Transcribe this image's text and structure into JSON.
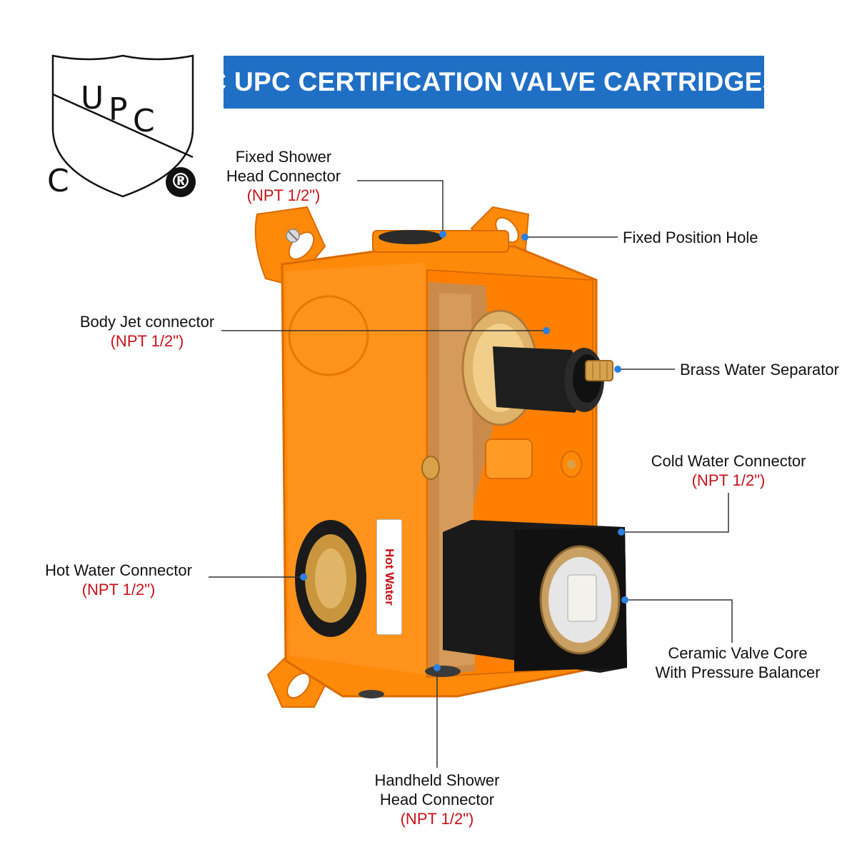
{
  "title": "C UPC CERTIFICATION VALVE CARTRIDGES",
  "logo": {
    "letters": [
      "U",
      "P",
      "C"
    ],
    "prefix": "C",
    "registered": "®"
  },
  "sticker": "Hot Water",
  "labels": {
    "fixed_shower": {
      "line1": "Fixed Shower",
      "line2": "Head Connector",
      "spec": "(NPT 1/2\")"
    },
    "fixed_position": {
      "line1": "Fixed Position Hole"
    },
    "body_jet": {
      "line1": "Body Jet connector",
      "spec": "(NPT 1/2\")"
    },
    "brass_separator": {
      "line1": "Brass Water Separator"
    },
    "cold_water": {
      "line1": "Cold Water Connector",
      "spec": "(NPT 1/2\")"
    },
    "hot_water": {
      "line1": "Hot Water Connector",
      "spec": "(NPT 1/2\")"
    },
    "ceramic_core": {
      "line1": "Ceramic Valve Core",
      "line2": "With Pressure Balancer"
    },
    "handheld_shower": {
      "line1": "Handheld Shower",
      "line2": "Head Connector",
      "spec": "(NPT 1/2\")"
    }
  },
  "colors": {
    "banner": "#1f6fc5",
    "spec_text": "#c4121a",
    "housing": "#ff8a0a",
    "brass": "#c98a4a",
    "marker": "#2a7fe0"
  }
}
